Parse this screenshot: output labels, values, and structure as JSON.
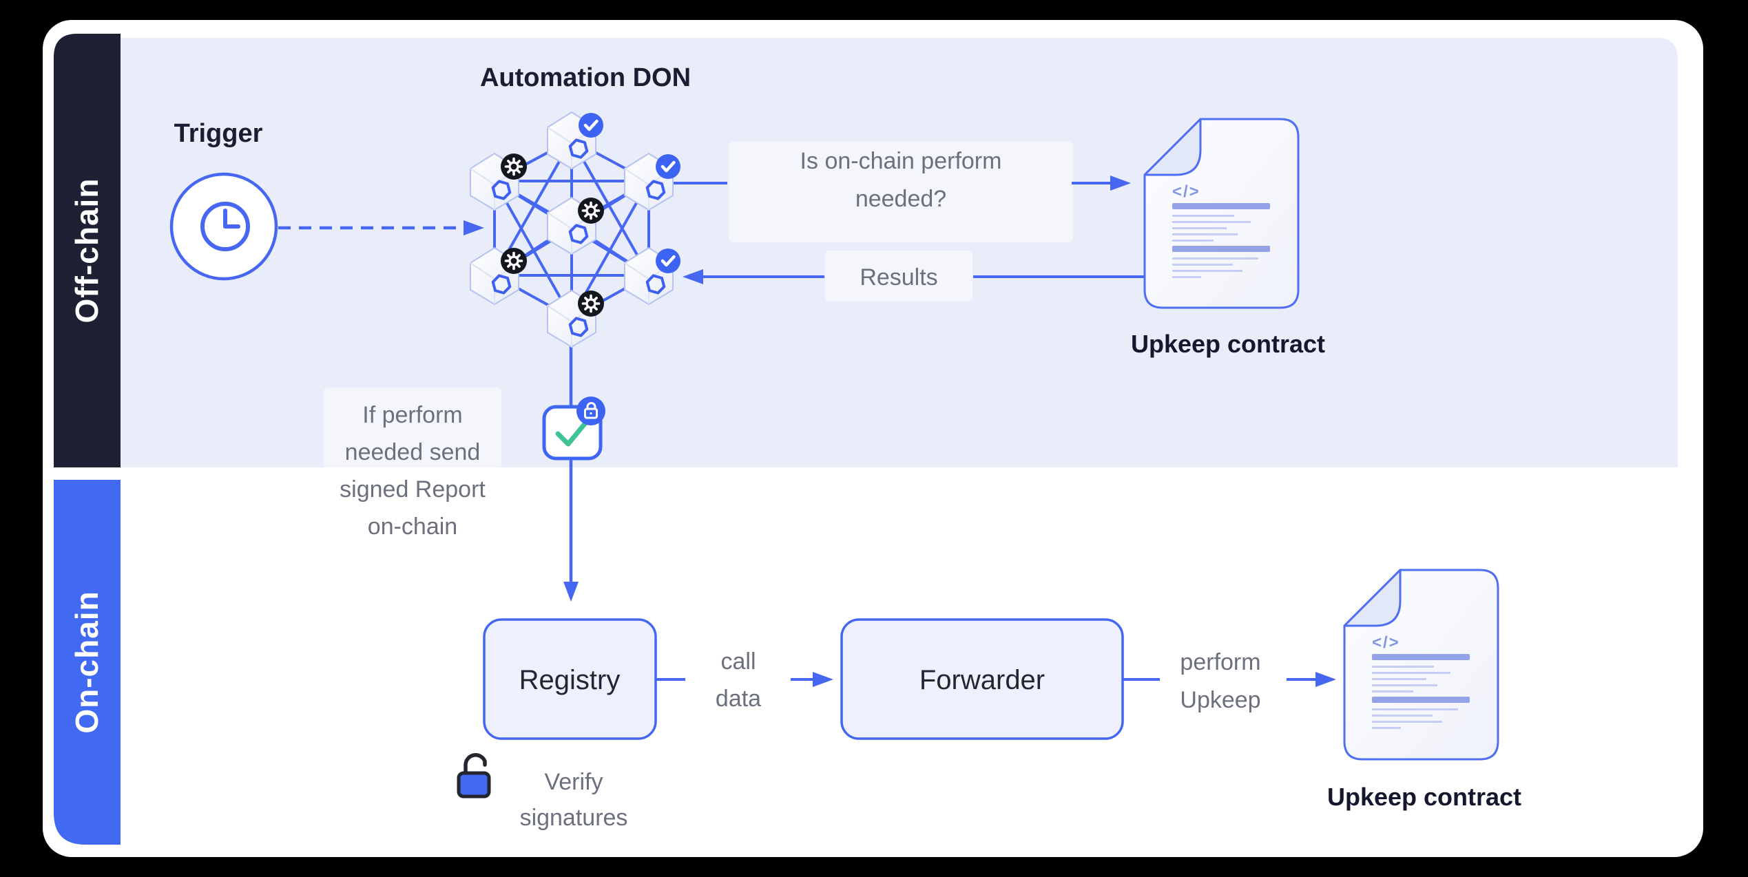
{
  "colors": {
    "accent_line": "#4766f2",
    "sidebar_offchain_bg": "#1e2134",
    "sidebar_onchain_bg": "#4169f1",
    "offchain_band_bg": "#e9ecf9",
    "card_bg": "#ffffff",
    "badge_check_bg": "#3c63f2",
    "badge_gear_bg": "#15171f",
    "check_green": "#3ec492",
    "doc_bar_thick": "#94a3e8",
    "doc_bar_thin": "#c4cdf3",
    "gray_text": "#6b707c",
    "dark_text": "#1b1e33"
  },
  "sidebar": {
    "off_chain": "Off-chain",
    "on_chain": "On-chain"
  },
  "offchain": {
    "trigger_label": "Trigger",
    "don_title": "Automation DON",
    "question": {
      "lines": [
        "Is on-chain perform",
        "needed?"
      ]
    },
    "results_label": "Results",
    "upkeep_contract_label": "Upkeep contract"
  },
  "handoff": {
    "lines": [
      "If perform",
      "needed send",
      "signed Report",
      "on-chain"
    ]
  },
  "onchain": {
    "registry_label": "Registry",
    "call_data": {
      "lines": [
        "call",
        "data"
      ]
    },
    "forwarder_label": "Forwarder",
    "perform_upkeep": {
      "lines": [
        "perform",
        "Upkeep"
      ]
    },
    "upkeep_contract_label": "Upkeep contract",
    "verify": {
      "lines": [
        "Verify",
        "signatures"
      ]
    }
  },
  "documents": {
    "code_glyph": "</>"
  },
  "don": {
    "node_count": 7,
    "node_badges": [
      "check",
      "gear",
      "check",
      "gear",
      "gear",
      "check",
      "gear"
    ]
  }
}
